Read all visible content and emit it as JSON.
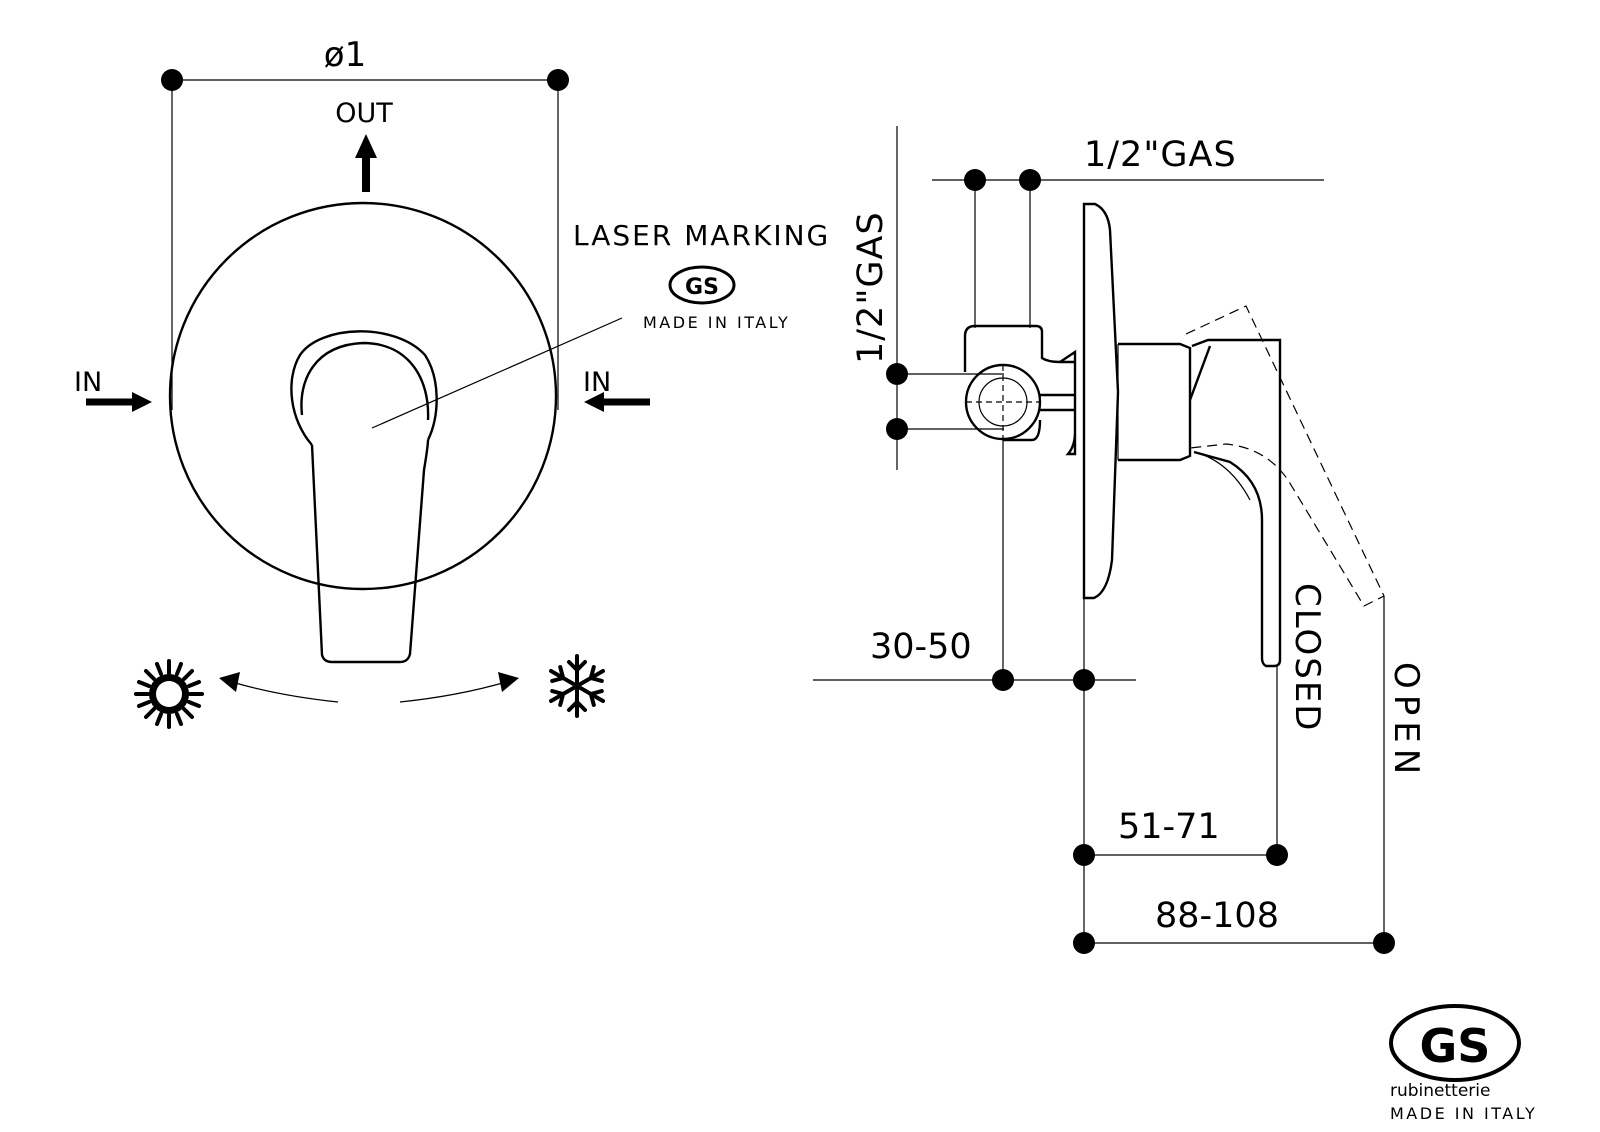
{
  "front_view": {
    "diameter_label": "ø1",
    "out_label": "OUT",
    "in_left_label": "IN",
    "in_right_label": "IN",
    "laser_marking_label": "LASER MARKING",
    "marking_logo_text": "GS",
    "marking_origin_text": "MADE IN ITALY",
    "hot_icon": "sun-icon",
    "cold_icon": "snowflake-icon"
  },
  "side_view": {
    "gas_top_label": "1/2\"GAS",
    "gas_vertical_label": "1/2\"GAS",
    "dim_wall_label": "30-50",
    "dim_closed_label": "51-71",
    "dim_open_label": "88-108",
    "closed_label": "CLOSED",
    "open_label": "OPEN"
  },
  "brand": {
    "logo_text": "GS",
    "name": "rubinetterie",
    "origin": "MADE IN ITALY"
  }
}
